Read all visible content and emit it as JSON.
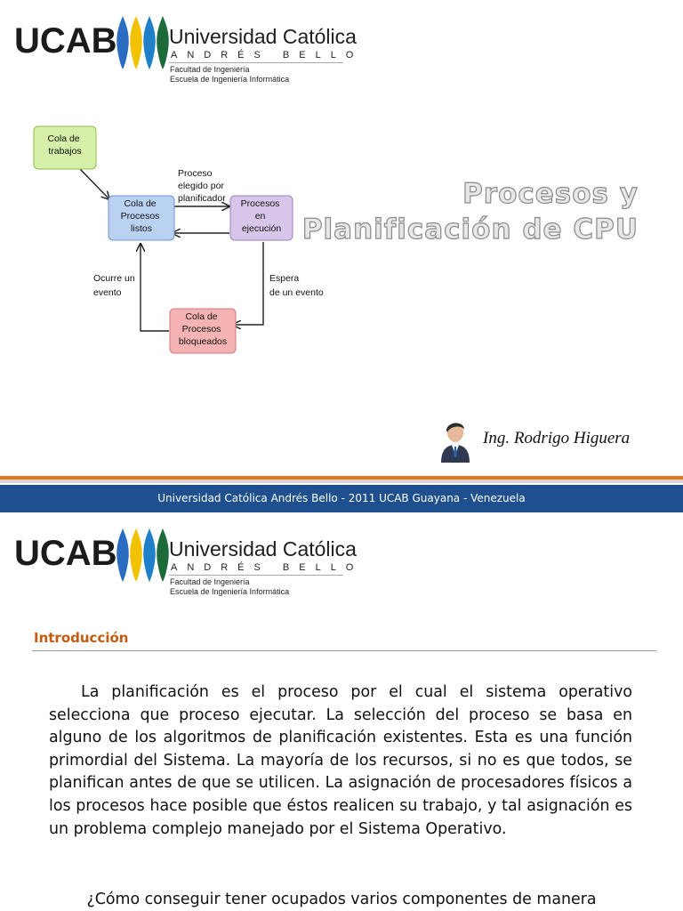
{
  "logo": {
    "acronym": "UCAB",
    "name": "Universidad Católica",
    "subname": "ANDRÉS BELLO",
    "faculty": "Facultad de Ingeniería",
    "school": "Escuela de Ingeniería Informática"
  },
  "diagram": {
    "nodes": {
      "trabajos": [
        "Cola de",
        "trabajos"
      ],
      "listos": [
        "Cola de",
        "Procesos",
        "listos"
      ],
      "ejecucion": [
        "Procesos",
        "en",
        "ejecución"
      ],
      "bloqueados": [
        "Cola de",
        "Procesos",
        "bloqueados"
      ]
    },
    "labels": {
      "elegido": [
        "Proceso",
        "elegido por",
        "planificador"
      ],
      "ocurre": [
        "Ocurre un",
        "evento"
      ],
      "espera": [
        "Espera",
        "de un evento"
      ]
    },
    "colors": {
      "green": "#d6f0a9",
      "blue": "#b9d2f2",
      "purple": "#d7c6ea",
      "red": "#f5b3b3"
    }
  },
  "title": {
    "line1": "Procesos y",
    "line2": "Planificación de CPU"
  },
  "author": "Ing. Rodrigo Higuera",
  "footer": "Universidad Católica Andrés Bello - 2011 UCAB  Guayana - Venezuela",
  "section": "Introducción",
  "paragraph": "La planificación es el proceso por el cual el sistema operativo selecciona que proceso ejecutar. La selección del proceso se basa en alguno de los algoritmos de planificación existentes. Esta   es una función primordial del Sistema. La mayoría de los recursos, si no es que todos, se planifican antes de que se utilicen. La asignación de procesadores físicos a los procesos hace posible que éstos realicen su trabajo, y tal asignación es un problema complejo manejado por el Sistema Operativo.",
  "question": "¿Cómo conseguir tener ocupados varios componentes de manera",
  "accent_colors": {
    "orange": "#e87722",
    "blue": "#1e4f8e",
    "section": "#c55a11"
  }
}
